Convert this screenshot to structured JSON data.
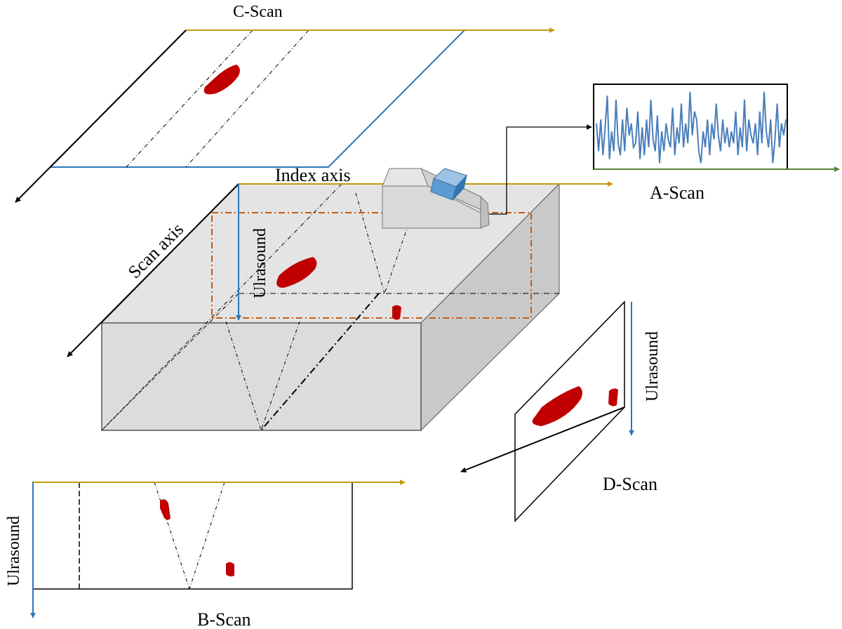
{
  "labels": {
    "c_scan": "C-Scan",
    "a_scan": "A-Scan",
    "b_scan": "B-Scan",
    "d_scan": "D-Scan",
    "index_axis": "Index axis",
    "scan_axis": "Scan axis",
    "ultrasound_block": "Ulrasound",
    "ultrasound_d": "Ulrasound",
    "ultrasound_b": "Ulrasound"
  },
  "colors": {
    "index_axis_arrow": "#C49A0C",
    "ultrasound_arrow": "#2E75B6",
    "scan_axis_arrow": "#000000",
    "a_scan_axis_arrow": "#548235",
    "a_scan_signal": "#4A7EBB",
    "c_scan_border": "#2E75B6",
    "defect": "#C00000",
    "block_top": "#E4E4E4",
    "block_front": "#DCDCDC",
    "block_side": "#C9C9C9",
    "orange_dashed": "#C55A11",
    "probe_body": "#D9D9D9",
    "probe_crystal": "#5B9BD5"
  },
  "a_scan_signal": [
    0.55,
    0.2,
    0.6,
    0.15,
    0.5,
    0.9,
    0.1,
    0.45,
    0.2,
    0.85,
    0.3,
    0.15,
    0.6,
    0.2,
    0.75,
    0.4,
    0.55,
    0.25,
    0.3,
    0.7,
    0.1,
    0.5,
    0.15,
    0.6,
    0.25,
    0.85,
    0.35,
    0.2,
    0.65,
    0.05,
    0.45,
    0.2,
    0.55,
    0.35,
    0.25,
    0.75,
    0.15,
    0.5,
    0.3,
    0.8,
    0.25,
    0.55,
    0.3,
    0.95,
    0.4,
    0.7,
    0.6,
    0.2,
    0.05,
    0.45,
    0.25,
    0.6,
    0.15,
    0.55,
    0.35,
    0.8,
    0.4,
    0.2,
    0.6,
    0.3,
    0.5,
    0.25,
    0.45,
    0.3,
    0.7,
    0.15,
    0.5,
    0.25,
    0.85,
    0.2,
    0.6,
    0.4,
    0.3,
    0.55,
    0.15,
    0.7,
    0.3,
    0.95,
    0.45,
    0.25,
    0.6,
    0.05,
    0.35,
    0.8,
    0.25,
    0.55,
    0.4,
    0.6
  ]
}
